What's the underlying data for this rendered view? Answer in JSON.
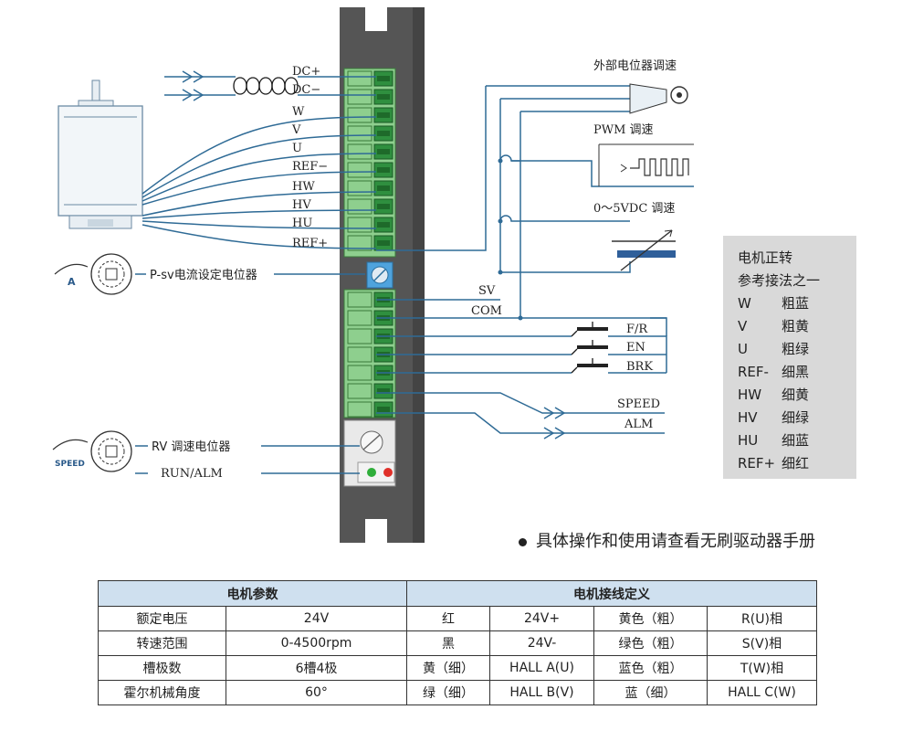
{
  "terminals_power": [
    "DC+",
    "DC−"
  ],
  "terminals_motor": [
    "W",
    "V",
    "U",
    "REF−",
    "HW",
    "HV",
    "HU",
    "REF+"
  ],
  "psv_label": "P-sv电流设定电位器",
  "rv_label": "RV 调速电位器",
  "run_alm_label": "RUN/ALM",
  "sv_label": "SV",
  "com_label": "COM",
  "ext_pot_label": "外部电位器调速",
  "pwm_label": "PWM 调速",
  "vdc_label": "0～5VDC 调速",
  "switch_labels": [
    "F/R",
    "EN",
    "BRK"
  ],
  "output_labels": [
    "SPEED",
    "ALM"
  ],
  "speed_badge": "SPEED",
  "a_badge": "A",
  "legend": {
    "title_lines": [
      "电机正转",
      "参考接法之一"
    ],
    "items": [
      {
        "code": "W",
        "color": "粗蓝"
      },
      {
        "code": "V",
        "color": "粗黄"
      },
      {
        "code": "U",
        "color": "粗绿"
      },
      {
        "code": "REF-",
        "color": "细黑"
      },
      {
        "code": "HW",
        "color": "细黄"
      },
      {
        "code": "HV",
        "color": "细绿"
      },
      {
        "code": "HU",
        "color": "细蓝"
      },
      {
        "code": "REF+",
        "color": "细红"
      }
    ]
  },
  "note": "具体操作和使用请查看无刷驱动器手册",
  "table": {
    "headers": [
      "电机参数",
      "电机接线定义"
    ],
    "rows": [
      [
        "额定电压",
        "24V",
        "红",
        "24V+",
        "黄色（粗）",
        "R(U)相"
      ],
      [
        "转速范围",
        "0-4500rpm",
        "黑",
        "24V-",
        "绿色（粗）",
        "S(V)相"
      ],
      [
        "槽极数",
        "6槽4极",
        "黄（细）",
        "HALL A(U)",
        "蓝色（粗）",
        "T(W)相"
      ],
      [
        "霍尔机械角度",
        "60°",
        "绿（细）",
        "HALL B(V)",
        "蓝（细）",
        "HALL C(W)"
      ]
    ]
  },
  "colors": {
    "driver_body": "#555555",
    "terminal_green": "#8ecf8e",
    "wire_blue": "#2f6b96",
    "legend_bg": "#d9d9d9",
    "table_header": "#cfe0ef"
  }
}
